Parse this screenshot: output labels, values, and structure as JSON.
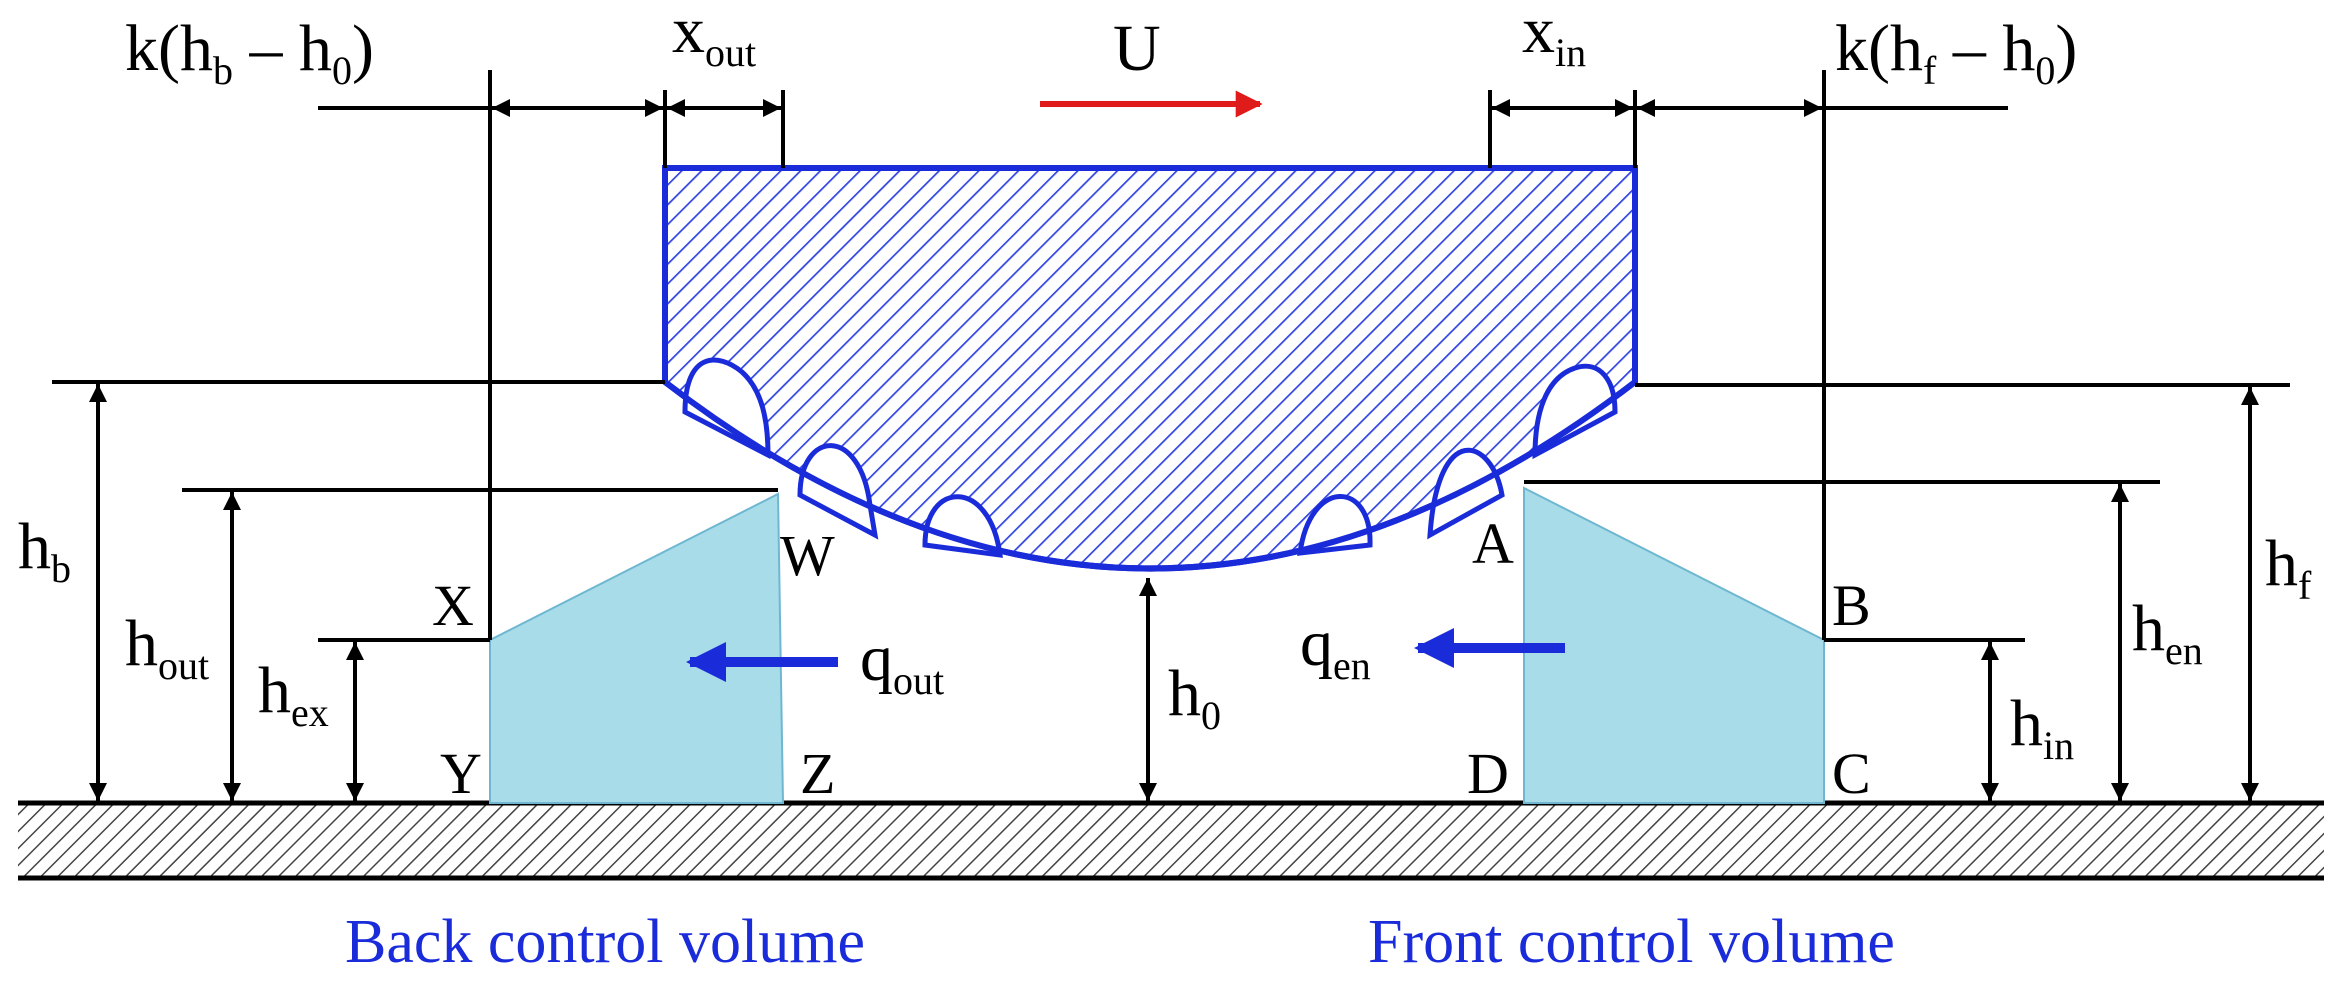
{
  "colors": {
    "tool_outline": "#1a2bd9",
    "tool_hatch": "#3347e0",
    "fluid": "#a9dce9",
    "velocity_arrow": "#e01b1b",
    "flow_arrow": "#1a2bd9",
    "line": "#000000",
    "caption": "#1a2bd9"
  },
  "labels": {
    "top_left_prefix": "k(h",
    "top_left_sub": "b",
    "top_left_mid": " – h",
    "top_left_sub2": "0",
    "top_left_suffix": ")",
    "top_right_prefix": "k(h",
    "top_right_sub": "f",
    "top_right_mid": " – h",
    "top_right_sub2": "0",
    "top_right_suffix": ")",
    "x_out_base": "x",
    "x_out_sub": "out",
    "x_in_base": "x",
    "x_in_sub": "in",
    "velocity": "U",
    "h_b_base": "h",
    "h_b_sub": "b",
    "h_out_base": "h",
    "h_out_sub": "out",
    "h_ex_base": "h",
    "h_ex_sub": "ex",
    "h_0_base": "h",
    "h_0_sub": "0",
    "h_en_base": "h",
    "h_en_sub": "en",
    "h_in_base": "h",
    "h_in_sub": "in",
    "h_f_base": "h",
    "h_f_sub": "f",
    "q_out_base": "q",
    "q_out_sub": "out",
    "q_en_base": "q",
    "q_en_sub": "en",
    "pt_X": "X",
    "pt_Y": "Y",
    "pt_W": "W",
    "pt_Z": "Z",
    "pt_A": "A",
    "pt_B": "B",
    "pt_C": "C",
    "pt_D": "D"
  },
  "captions": {
    "back": "Back control volume",
    "front": "Front control volume"
  }
}
